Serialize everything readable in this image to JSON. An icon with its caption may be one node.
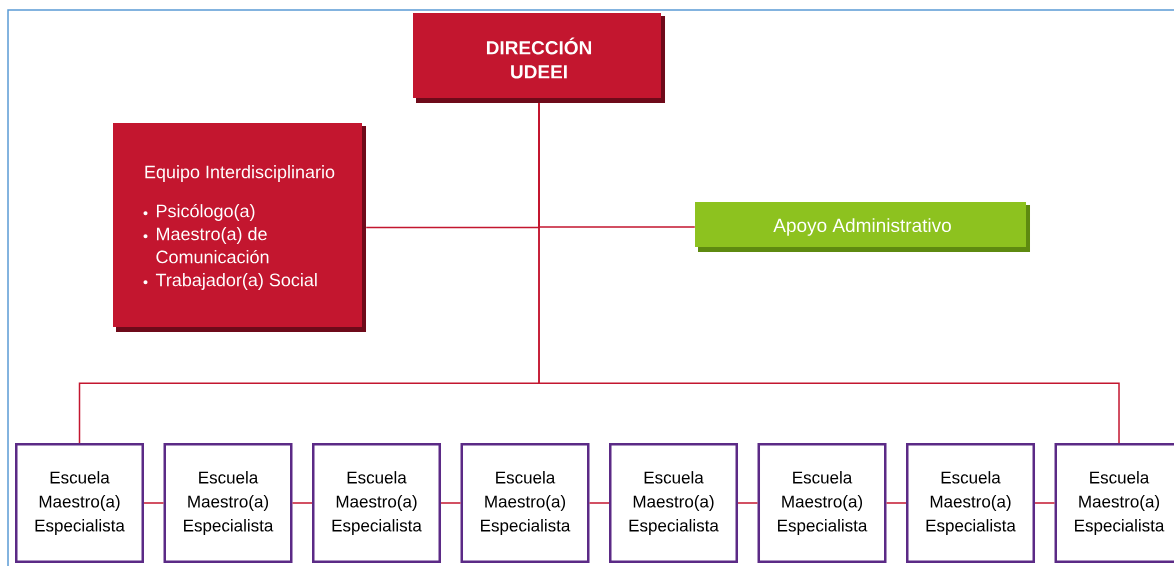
{
  "diagram": {
    "nodes": [
      {
        "text": [
          "DIRECCIÓN UDEEI"
        ]
      },
      {
        "text": [
          "Equipo Interdisciplinario",
          "Psicólogo(a)",
          "Maestro(a) de Comunicación",
          "Trabajador(a) Social"
        ]
      },
      {
        "text": [
          "Apoyo Administrativo"
        ]
      },
      {
        "text": [
          "Escuela Maestro(a) Especialista"
        ]
      },
      {
        "text": [
          "Escuela Maestro(a) Especialista"
        ]
      },
      {
        "text": [
          "Escuela Maestro(a) Especialista"
        ]
      },
      {
        "text": [
          "Escuela Maestro(a) Especialista"
        ]
      },
      {
        "text": [
          "Escuela Maestro(a) Especialista"
        ]
      },
      {
        "text": [
          "Escuela Maestro(a) Especialista"
        ]
      },
      {
        "text": [
          "Escuela Maestro(a) Especialista"
        ]
      },
      {
        "text": [
          "Escuela Maestro(a) Especialista"
        ]
      }
    ],
    "edges": [
      {
        "from": 0,
        "to": 1,
        "arrow": "none"
      },
      {
        "from": 0,
        "to": 2,
        "arrow": "none"
      },
      {
        "from": 0,
        "to": 3,
        "arrow": "none"
      },
      {
        "from": 0,
        "to": 10,
        "arrow": "none"
      },
      {
        "from": 3,
        "to": 4,
        "arrow": "none"
      },
      {
        "from": 4,
        "to": 5,
        "arrow": "none"
      },
      {
        "from": 5,
        "to": 6,
        "arrow": "none"
      },
      {
        "from": 6,
        "to": 7,
        "arrow": "none"
      },
      {
        "from": 7,
        "to": 8,
        "arrow": "none"
      },
      {
        "from": 8,
        "to": 9,
        "arrow": "none"
      },
      {
        "from": 9,
        "to": 10,
        "arrow": "none"
      }
    ]
  }
}
